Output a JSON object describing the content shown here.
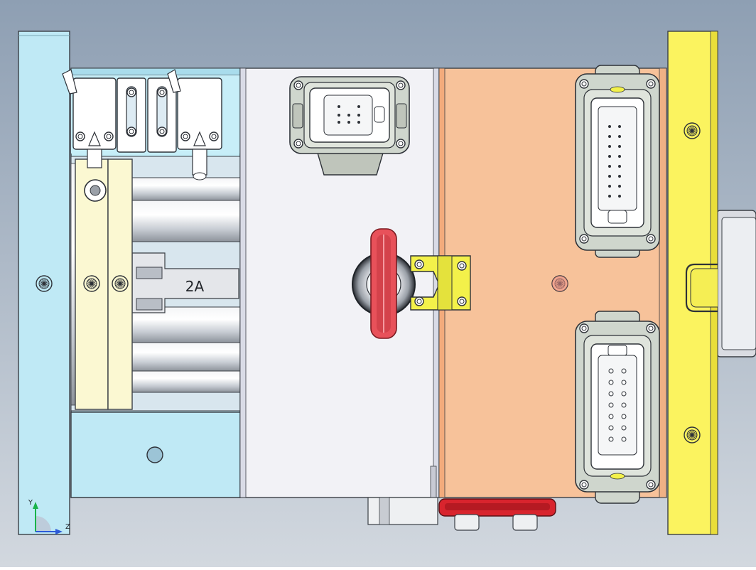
{
  "viewport": {
    "background_top": "#8e9fb3",
    "background_bottom": "#d0d6dd"
  },
  "labels": {
    "current_rating": "2A",
    "triad_y": "Y",
    "triad_z": "Z"
  },
  "colors": {
    "left_rail": "#bfe9f5",
    "left_module": "#c4eef8",
    "clip_plates": "#fbf8d2",
    "center_panel": "#f2f2f6",
    "right_panel": "#f7c29a",
    "right_rail": "#fbf35f",
    "rotary_handle": "#e8515a",
    "yellow_hinge": "#f3f14a",
    "connector_gray": "#cfd6cd",
    "bracket_red": "#d8242d",
    "outline": "#3a3f45"
  },
  "icons": {
    "screws": "screw-head-icon",
    "triad": "axis-triad-icon"
  }
}
